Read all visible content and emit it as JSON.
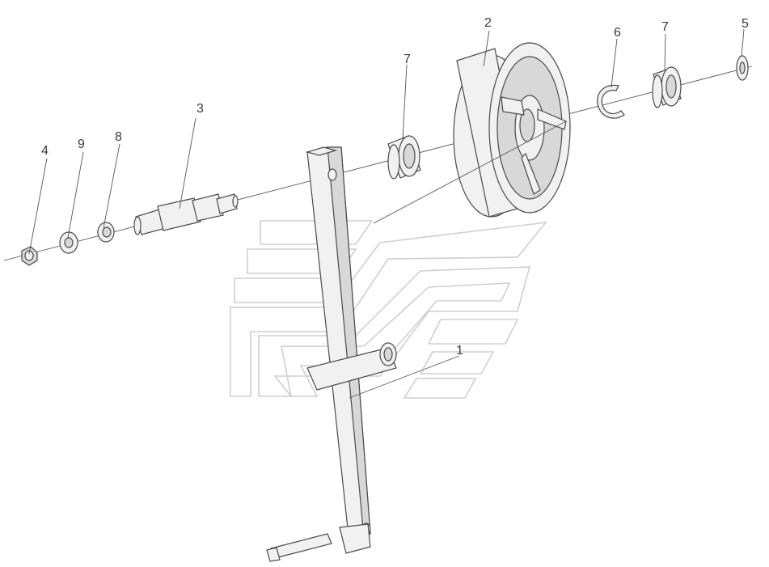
{
  "callouts": {
    "c1": "1",
    "c2": "2",
    "c3": "3",
    "c4": "4",
    "c5": "5",
    "c6": "6",
    "c7a": "7",
    "c7b": "7",
    "c8": "8",
    "c9": "9"
  }
}
